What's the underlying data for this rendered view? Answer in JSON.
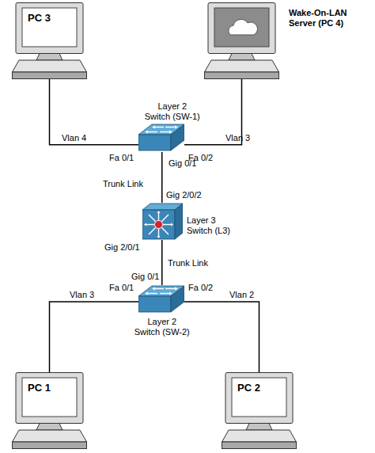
{
  "diagram": {
    "nodes": [
      {
        "text": [
          "PC 3"
        ]
      },
      {
        "text": [
          "Wake-On-LAN Server (PC 4)"
        ]
      },
      {
        "text": [
          "Layer 2 Switch (SW-1)"
        ]
      },
      {
        "text": [
          "Layer 3 Switch (L3)"
        ]
      },
      {
        "text": [
          "Layer 2 Switch (SW-2)"
        ]
      },
      {
        "text": [
          "PC 1"
        ]
      },
      {
        "text": [
          "PC 2"
        ]
      }
    ],
    "edges": [
      {
        "from": 0,
        "to": 2,
        "arrow": "none",
        "label": "Vlan 4"
      },
      {
        "from": 1,
        "to": 2,
        "arrow": "none",
        "label": "Vlan 3"
      },
      {
        "from": 2,
        "to": 3,
        "arrow": "none",
        "label": "Trunk Link"
      },
      {
        "from": 3,
        "to": 4,
        "arrow": "none",
        "label": "Trunk Link"
      },
      {
        "from": 4,
        "to": 5,
        "arrow": "none",
        "label": "Vlan 3"
      },
      {
        "from": 4,
        "to": 6,
        "arrow": "none",
        "label": "Vlan 2"
      }
    ],
    "labels": [
      "Fa 0/1",
      "Fa 0/2",
      "Gig 0/1",
      "Gig 2/0/2",
      "Gig 2/0/1",
      "Gig 0/1",
      "Fa 0/1",
      "Fa 0/2"
    ]
  }
}
